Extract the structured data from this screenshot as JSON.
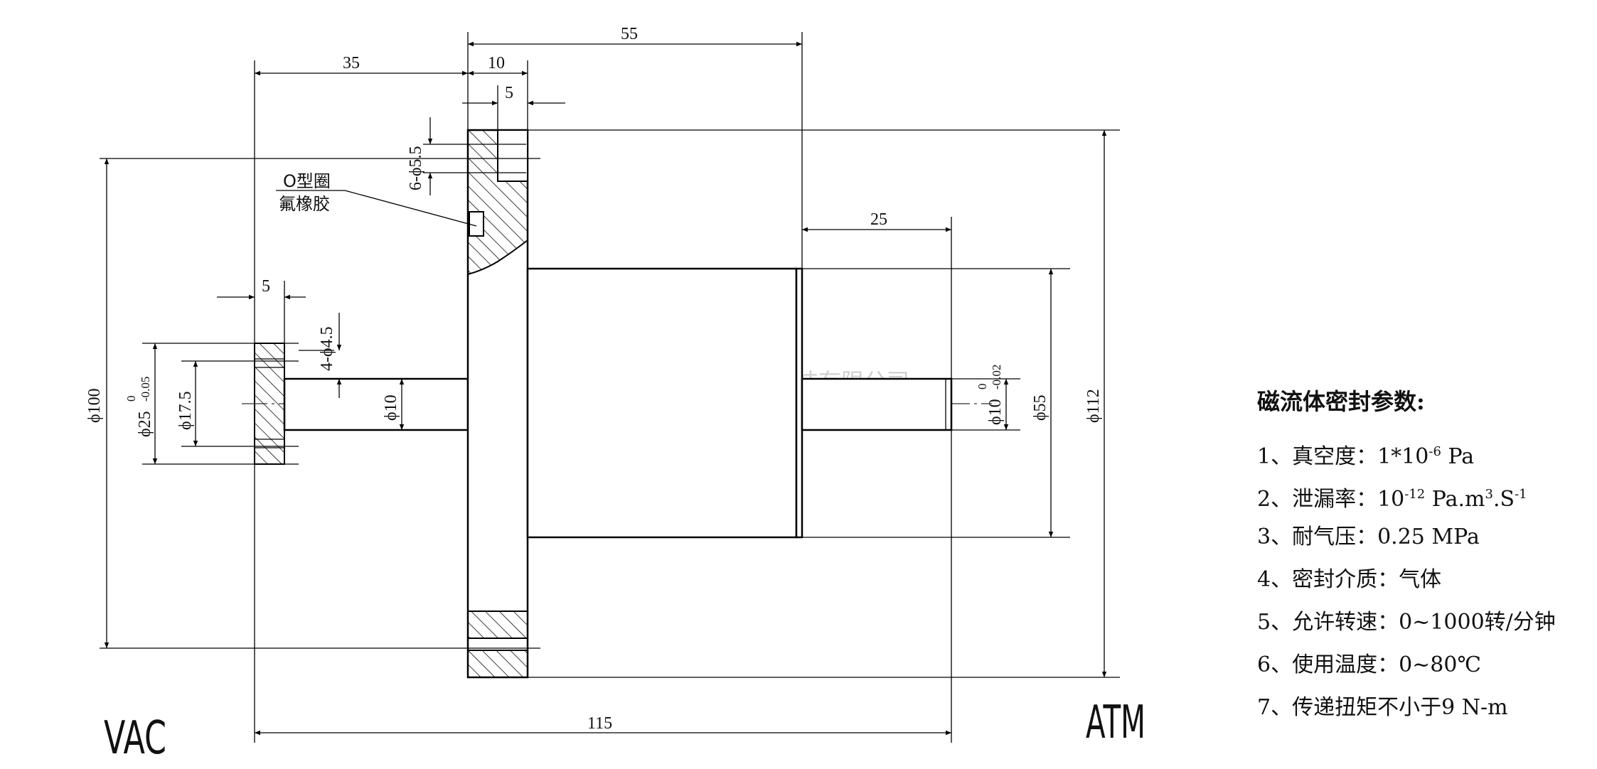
{
  "dimensions": {
    "d35": "35",
    "d55": "55",
    "d10": "10",
    "d5_top": "5",
    "d25": "25",
    "d5_left": "5",
    "d115": "115",
    "phi100": "ϕ100",
    "phi112": "ϕ112",
    "phi55": "ϕ55",
    "phi17_5": "ϕ17.5",
    "phi10": "ϕ10",
    "phi25": "ϕ25",
    "phi25_tol_upper": "0",
    "phi25_tol_lower": "-0.05",
    "phi10_right": "ϕ10",
    "phi10_right_tol_upper": "0",
    "phi10_right_tol_lower": "-0.02",
    "holes_top": "6-ϕ5.5",
    "holes_left": "4-ϕ4.5"
  },
  "callout": {
    "line1": "O型圈",
    "line2": "氟橡胶"
  },
  "side_labels": {
    "left": "VAC",
    "right": "ATM"
  },
  "watermark": "湖南朗润磁电科技有限公司",
  "params": {
    "title": "磁流体密封参数:",
    "items": [
      {
        "prefix": "1、真空度：1*10",
        "sup": "-6",
        "suffix": " Pa"
      },
      {
        "prefix": "2、泄漏率：10",
        "sup": "-12",
        "mid": " Pa.m",
        "sup2": "3",
        "mid2": ".S",
        "sup3": "-1"
      },
      {
        "prefix": "3、耐气压：0.25 MPa"
      },
      {
        "prefix": "4、密封介质：气体"
      },
      {
        "prefix": "5、允许转速：0~1000转/分钟"
      },
      {
        "prefix": "6、使用温度：0~80℃"
      },
      {
        "prefix": "7、传递扭矩不小于9 N-m"
      }
    ]
  },
  "colors": {
    "line": "#000000",
    "watermark": "#cfcfcf"
  }
}
